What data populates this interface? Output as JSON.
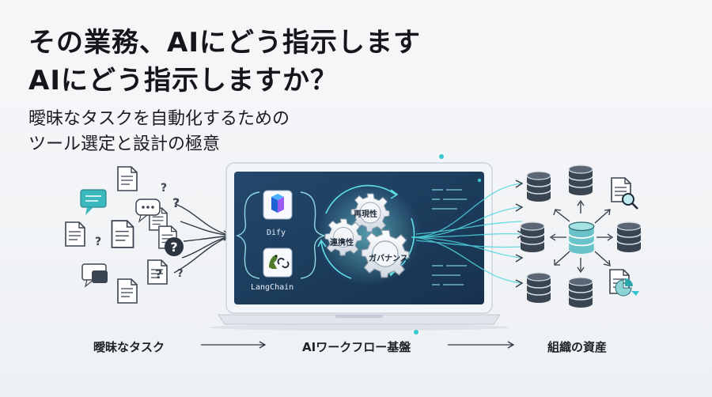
{
  "title": {
    "line1": "その業務、AIにどう指示します",
    "line2": "AIにどう指示しますか？"
  },
  "subtitle": {
    "line1": "曖昧なタスクを自動化するための",
    "line2": "ツール選定と設計の極意"
  },
  "tools": {
    "dify": "Dify",
    "langchain": "LangChain"
  },
  "gears": {
    "reproducibility": "再現性",
    "collaboration": "連携性",
    "governance": "ガバナンス"
  },
  "captions": {
    "input": "曖昧なタスク",
    "platform": "AIワークフロー基盤",
    "output": "組織の資産"
  },
  "colors": {
    "screen": "#1d3e5f",
    "accent": "#36c6cf",
    "db_dark": "#3a4552",
    "db_teal": "#7ccfd3"
  },
  "icons": [
    "document-icon",
    "question-icon",
    "chat-bubble-icon",
    "gear-icon",
    "database-icon",
    "search-doc-icon",
    "chart-doc-icon",
    "arrow-icon"
  ]
}
